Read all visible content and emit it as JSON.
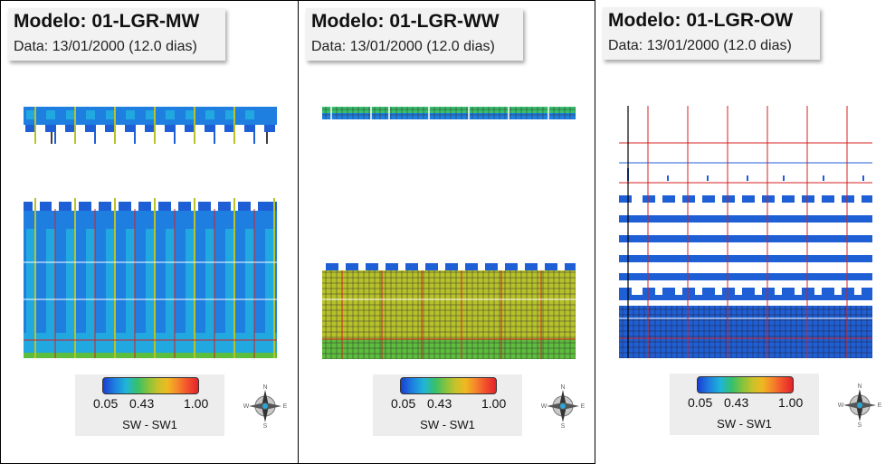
{
  "panels": [
    {
      "title": "Modelo: 01-LGR-MW",
      "date": "Data: 13/01/2000 (12.0 dias)"
    },
    {
      "title": "Modelo: 01-LGR-WW",
      "date": "Data: 13/01/2000 (12.0 dias)"
    },
    {
      "title": "Modelo: 01-LGR-OW",
      "date": "Data: 13/01/2000 (12.0 dias)"
    }
  ],
  "legend": {
    "ticks": [
      "0.05",
      "0.43",
      "1.00"
    ],
    "title": "SW - SW1"
  },
  "compass": {
    "labels": [
      "N",
      "S",
      "E",
      "W"
    ]
  },
  "colors": {
    "deep_blue": "#1f5fd6",
    "cyan": "#22a8e0",
    "green": "#5dbd3c",
    "olive": "#a9c32a",
    "grid_red": "#d42020"
  }
}
